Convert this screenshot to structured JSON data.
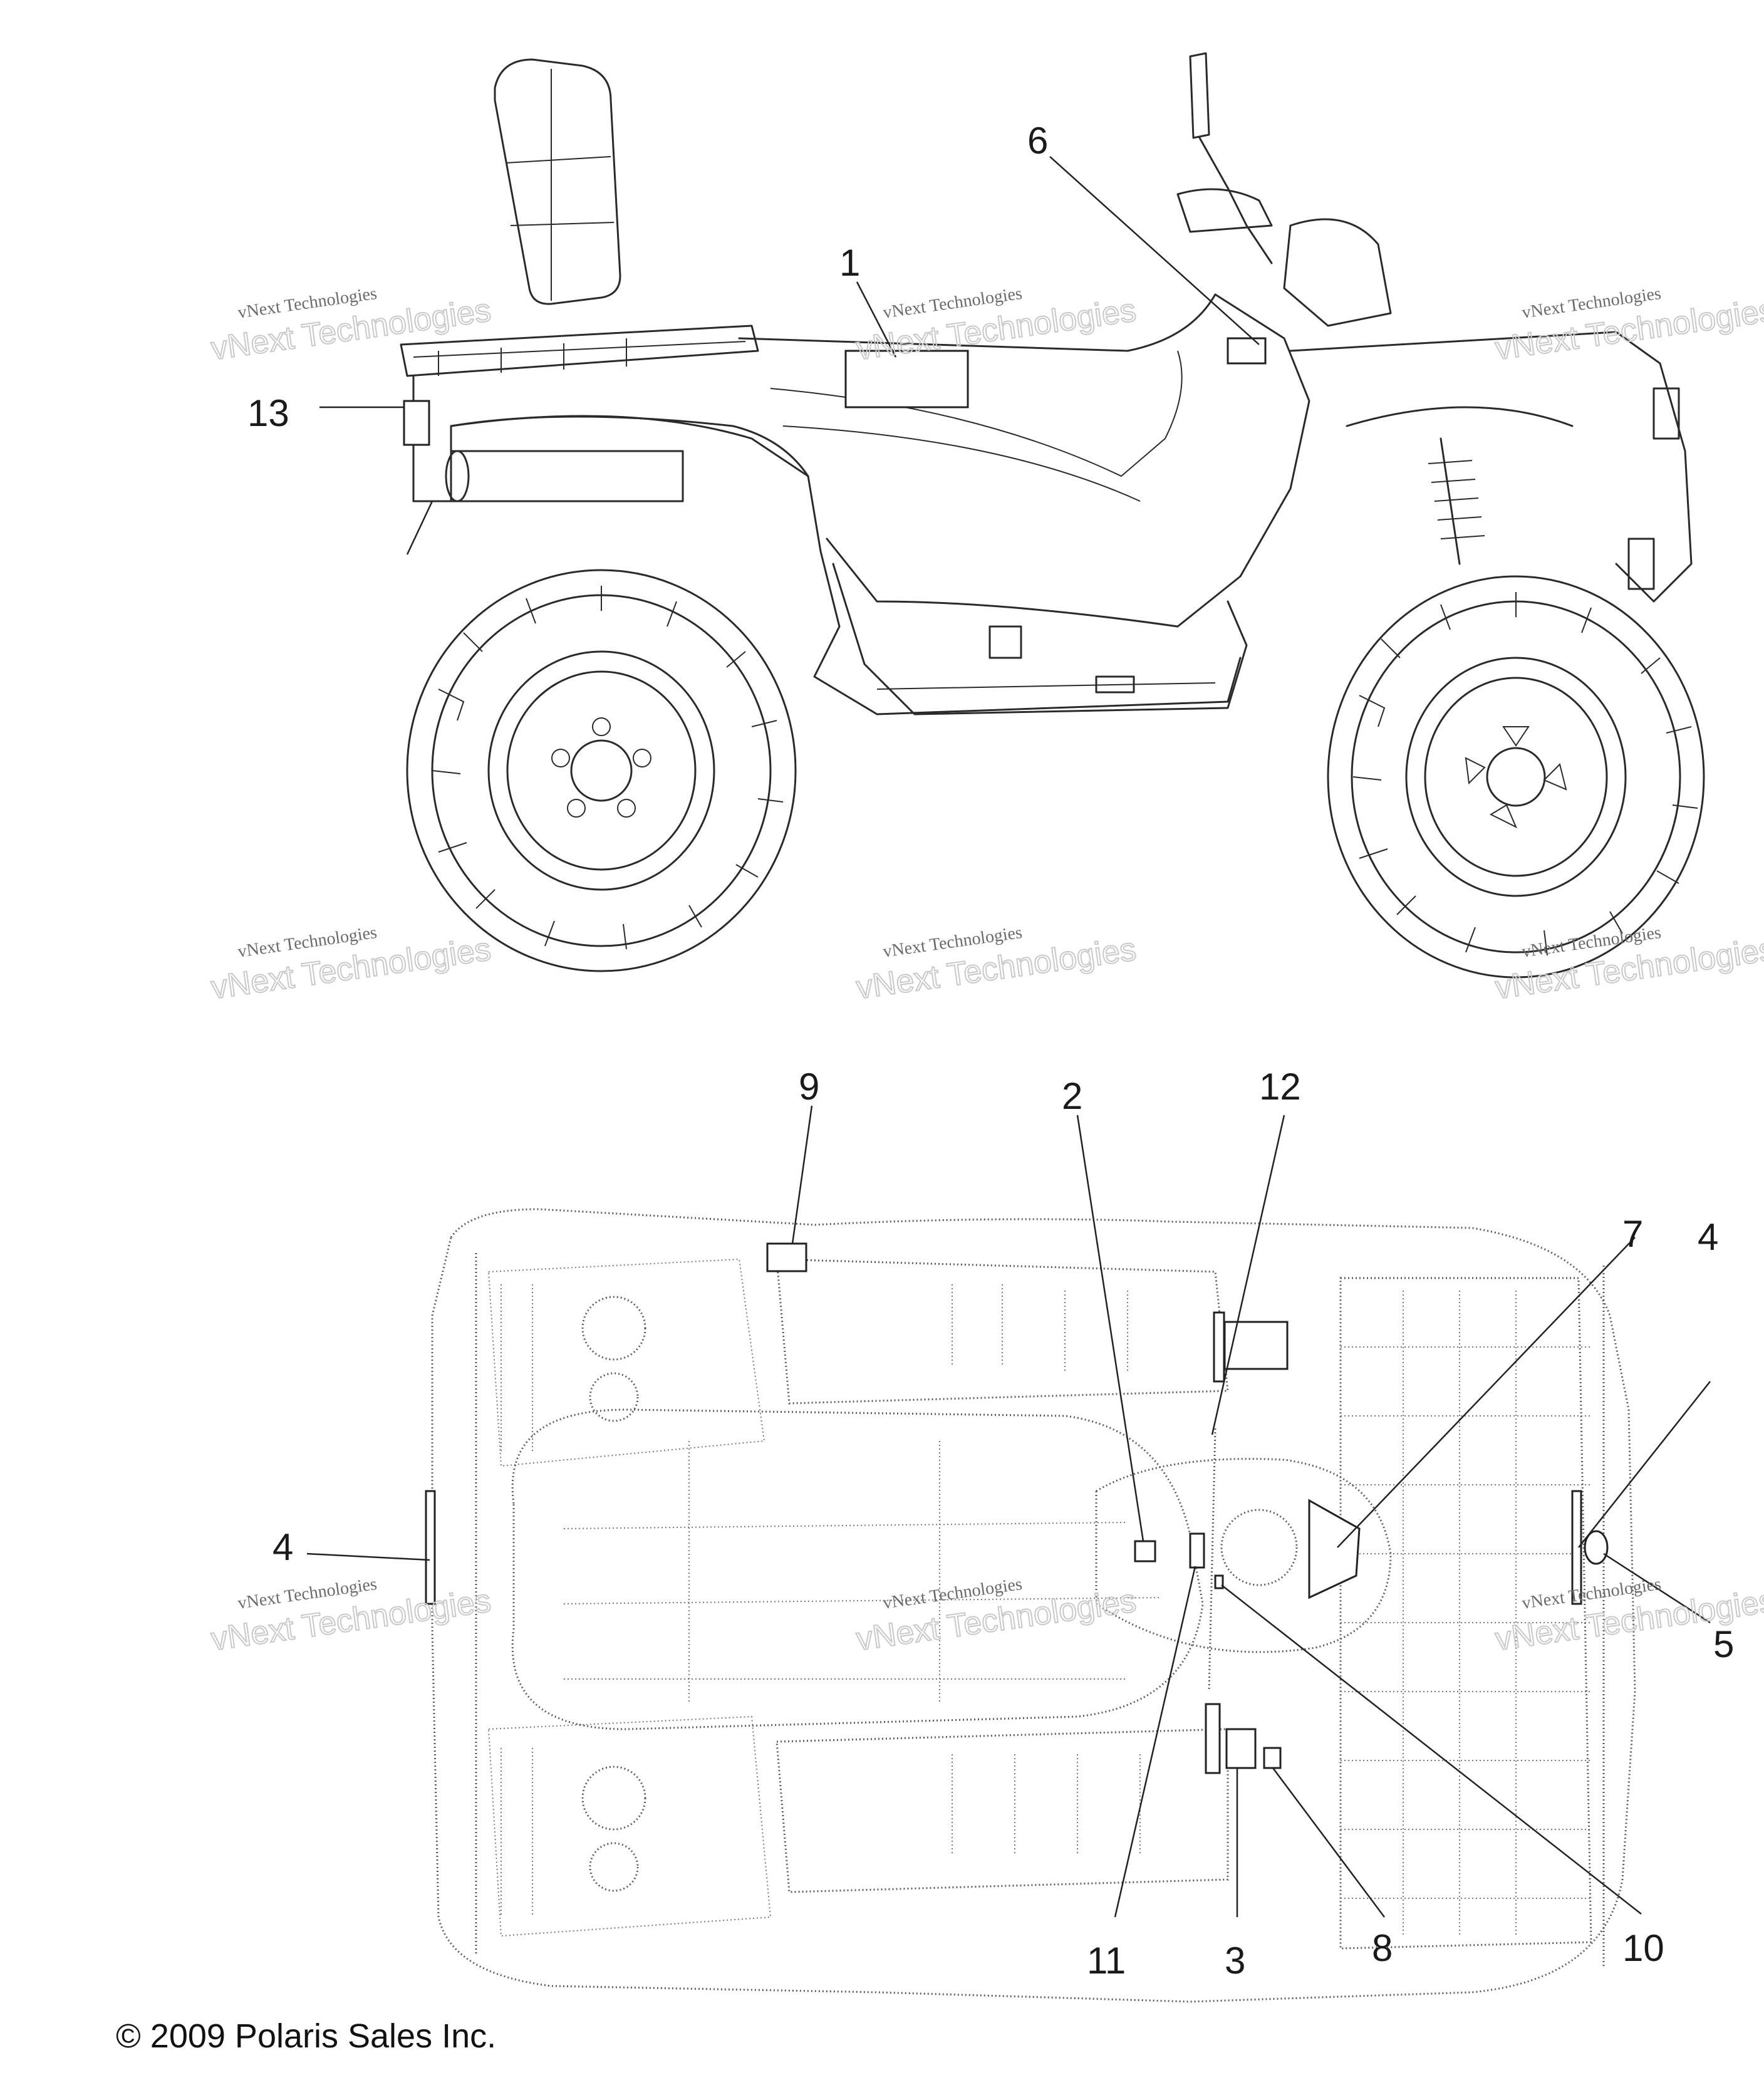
{
  "diagram": {
    "callouts": [
      "1",
      "2",
      "3",
      "4",
      "4",
      "5",
      "6",
      "7",
      "8",
      "9",
      "10",
      "11",
      "12",
      "13"
    ],
    "watermark": {
      "line1": "vNext Technologies",
      "line2": "vNext Technologies"
    },
    "copyright": "© 2009 Polaris Sales Inc."
  }
}
